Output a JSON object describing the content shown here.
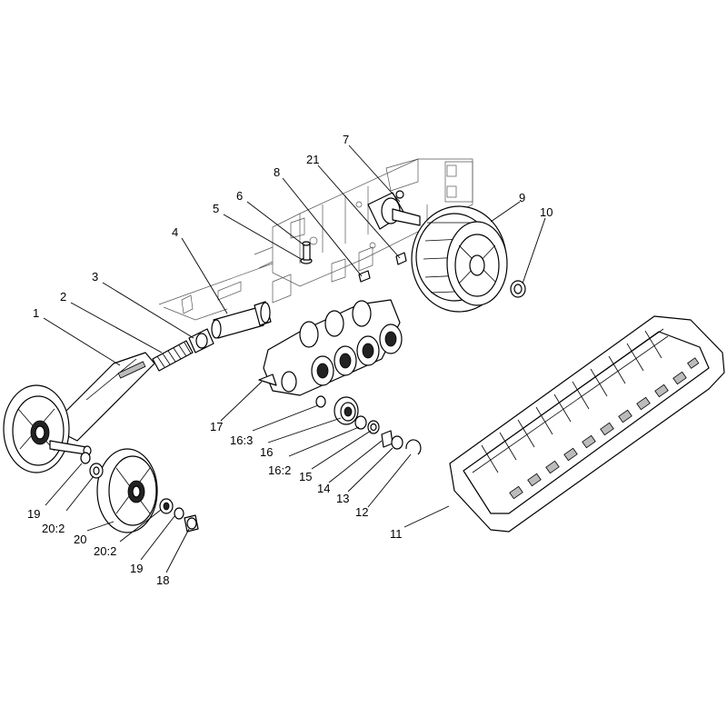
{
  "callouts": [
    {
      "text": "1"
    },
    {
      "text": "2"
    },
    {
      "text": "3"
    },
    {
      "text": "4"
    },
    {
      "text": "5"
    },
    {
      "text": "6"
    },
    {
      "text": "7"
    },
    {
      "text": "8"
    },
    {
      "text": "21"
    },
    {
      "text": "9"
    },
    {
      "text": "10"
    },
    {
      "text": "11"
    },
    {
      "text": "12"
    },
    {
      "text": "13"
    },
    {
      "text": "14"
    },
    {
      "text": "15"
    },
    {
      "text": "16:2"
    },
    {
      "text": "16"
    },
    {
      "text": "16:3"
    },
    {
      "text": "17"
    },
    {
      "text": "18"
    },
    {
      "text": "19"
    },
    {
      "text": "20:2"
    },
    {
      "text": "20"
    },
    {
      "text": "20:2"
    },
    {
      "text": "19"
    }
  ]
}
